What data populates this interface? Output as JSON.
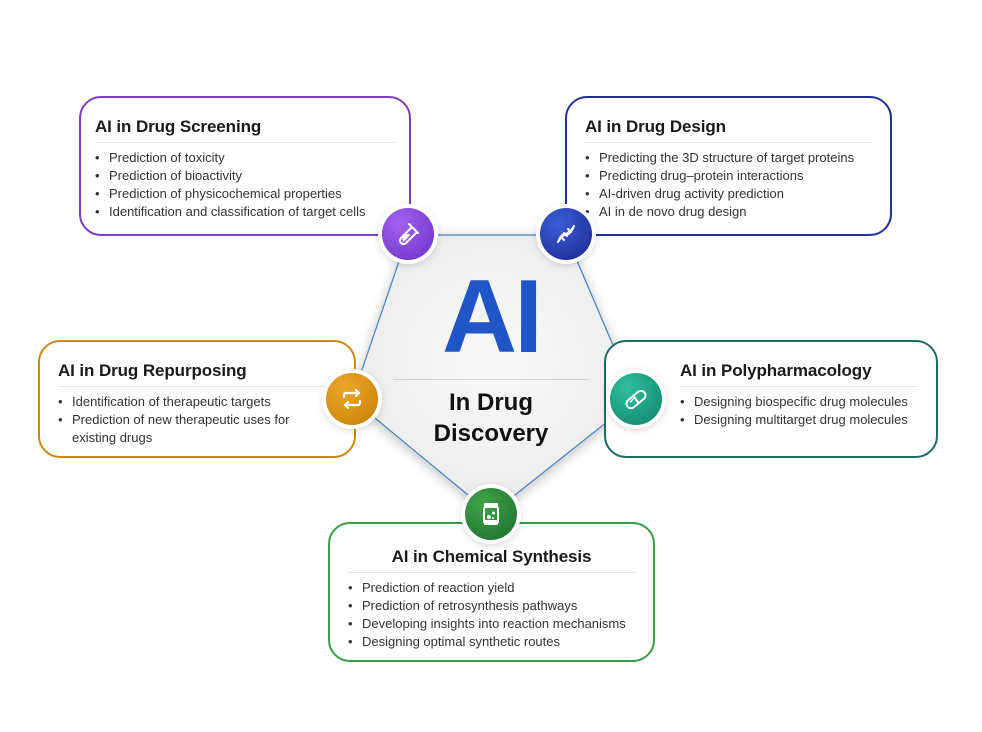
{
  "center": {
    "title": "AI",
    "subtitle_line1": "In Drug",
    "subtitle_line2": "Discovery"
  },
  "cards": {
    "screening": {
      "title": "AI in Drug Screening",
      "items": [
        "Prediction of toxicity",
        "Prediction of bioactivity",
        "Prediction of physicochemical properties",
        "Identification and classification of target cells"
      ],
      "icon": "test-tube-icon",
      "color": "#7b3fc4"
    },
    "design": {
      "title": "AI in Drug Design",
      "items": [
        "Predicting the 3D structure of target proteins",
        "Predicting drug–protein interactions",
        "AI-driven drug activity prediction",
        "AI in de novo drug design"
      ],
      "icon": "dna-icon",
      "color": "#24318f"
    },
    "repurposing": {
      "title": "AI in Drug Repurposing",
      "items": [
        "Identification of therapeutic targets",
        "Prediction of new therapeutic uses for existing drugs"
      ],
      "icon": "repeat-arrows-icon",
      "color": "#c78a12"
    },
    "polypharmacology": {
      "title": "AI in Polypharmacology",
      "items": [
        "Designing biospecific drug molecules",
        "Designing multitarget drug molecules"
      ],
      "icon": "capsule-icon",
      "color": "#1f6b5f"
    },
    "synthesis": {
      "title": "AI in Chemical Synthesis",
      "items": [
        "Prediction of reaction yield",
        "Prediction of retrosynthesis pathways",
        "Developing insights into reaction mechanisms",
        "Designing optimal synthetic routes"
      ],
      "icon": "lab-container-icon",
      "color": "#3e9a4a"
    }
  }
}
